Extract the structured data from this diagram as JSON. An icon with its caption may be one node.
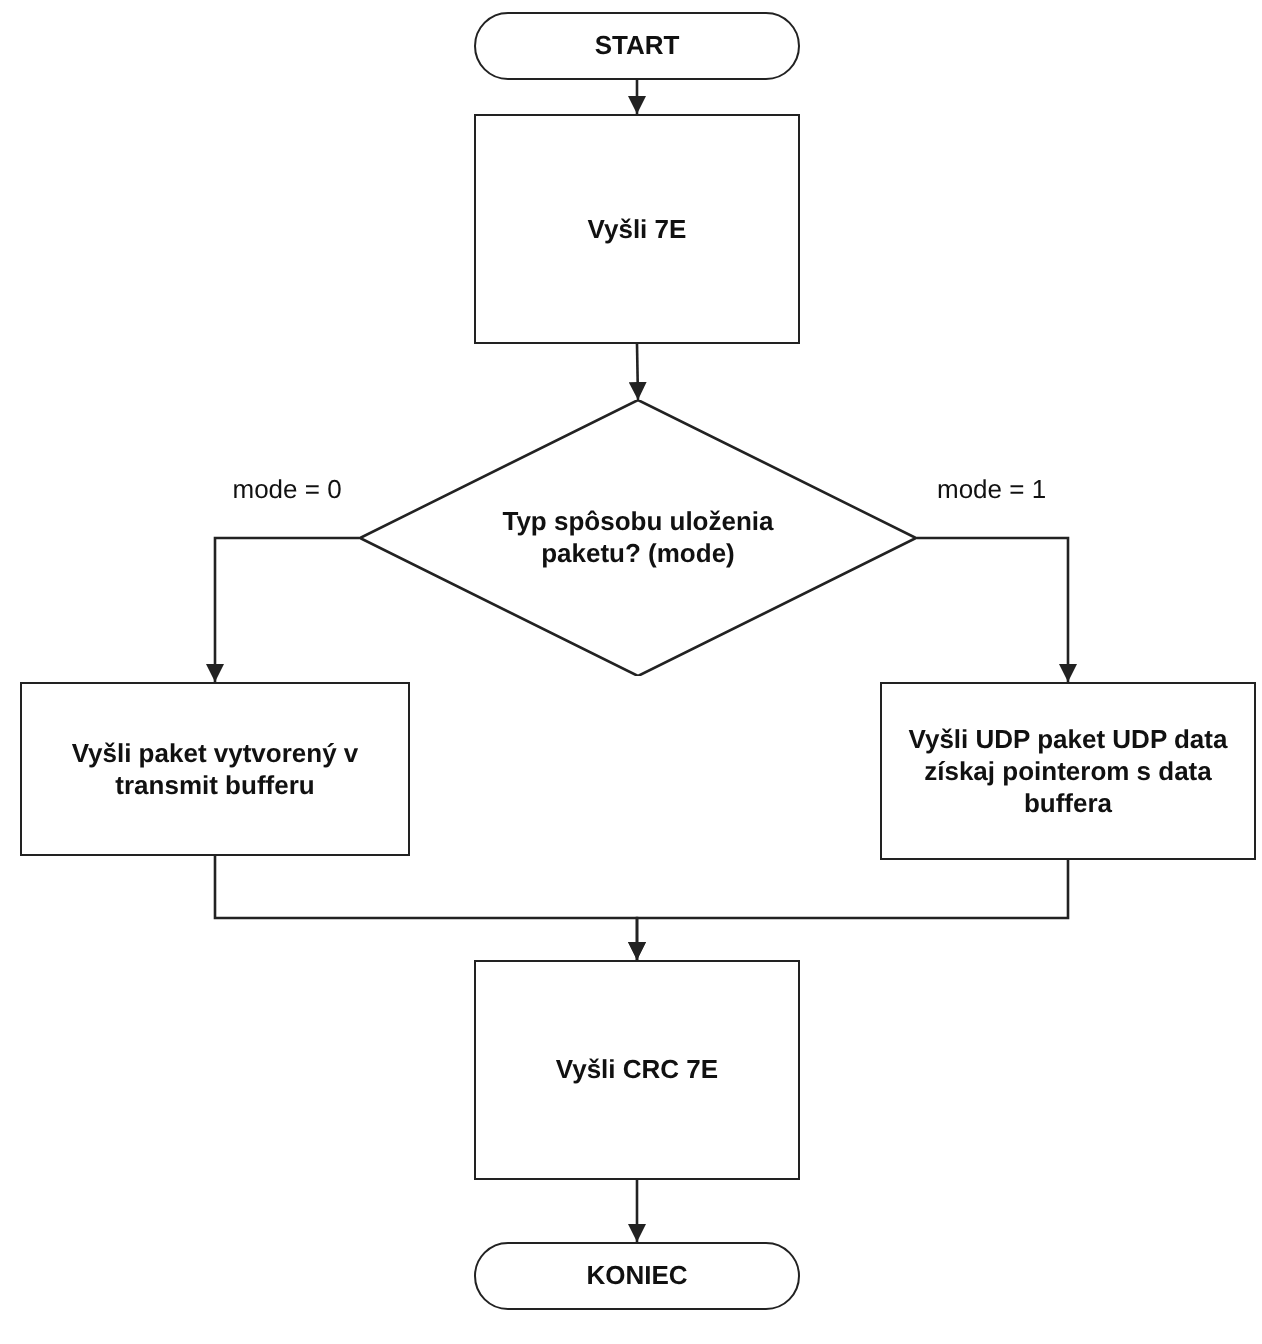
{
  "diagram": {
    "nodes": [
      {
        "text": [
          "START"
        ]
      },
      {
        "text": [
          "Vyšli 7E"
        ]
      },
      {
        "text": [
          "Typ spôsobu uloženia paketu? (mode)"
        ]
      },
      {
        "text": [
          "Vyšli paket vytvorený v transmit bufferu"
        ]
      },
      {
        "text": [
          "Vyšli UDP paket UDP data získaj pointerom s data buffera"
        ]
      },
      {
        "text": [
          "Vyšli CRC 7E"
        ]
      },
      {
        "text": [
          "KONIEC"
        ]
      }
    ],
    "edges": [
      {
        "from": 0,
        "to": 1,
        "arrow": "to"
      },
      {
        "from": 1,
        "to": 2,
        "arrow": "to"
      },
      {
        "from": 2,
        "to": 3,
        "label": "mode = 0",
        "arrow": "to"
      },
      {
        "from": 2,
        "to": 4,
        "label": "mode = 1",
        "arrow": "to"
      },
      {
        "from": 3,
        "to": 5,
        "arrow": "to"
      },
      {
        "from": 4,
        "to": 5,
        "arrow": "to"
      },
      {
        "from": 5,
        "to": 6,
        "arrow": "to"
      }
    ]
  }
}
